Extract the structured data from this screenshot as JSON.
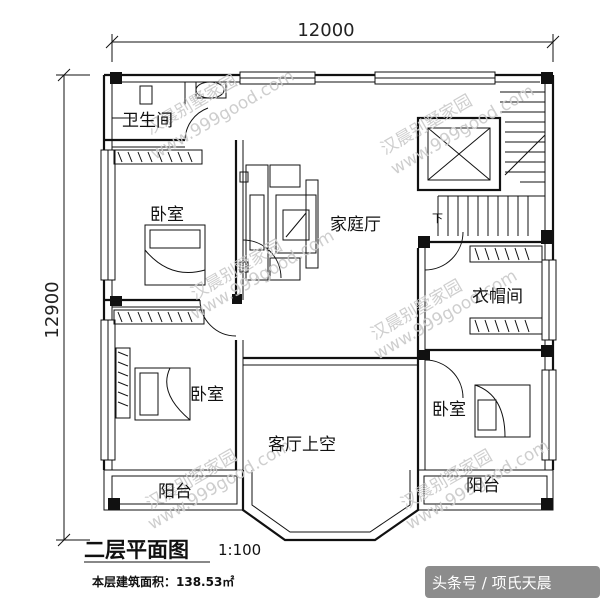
{
  "dimensions": {
    "width": "12000",
    "height": "12900"
  },
  "rooms": {
    "bathroom": "卫生间",
    "bedroom_nw": "卧室",
    "family_hall": "家庭厅",
    "cloakroom": "衣帽间",
    "bedroom_sw": "卧室",
    "living_void": "客厅上空",
    "bedroom_se": "卧室",
    "balcony_left": "阳台",
    "balcony_right": "阳台"
  },
  "stair_mark": "下",
  "title": "二层平面图",
  "scale": "1:100",
  "floor_area": "本层建筑面积：138.53㎡",
  "watermark_cn": "汉晨别墅家园",
  "watermark_url": "www.999good.com",
  "credit": "头条号 / 项氏天晨"
}
